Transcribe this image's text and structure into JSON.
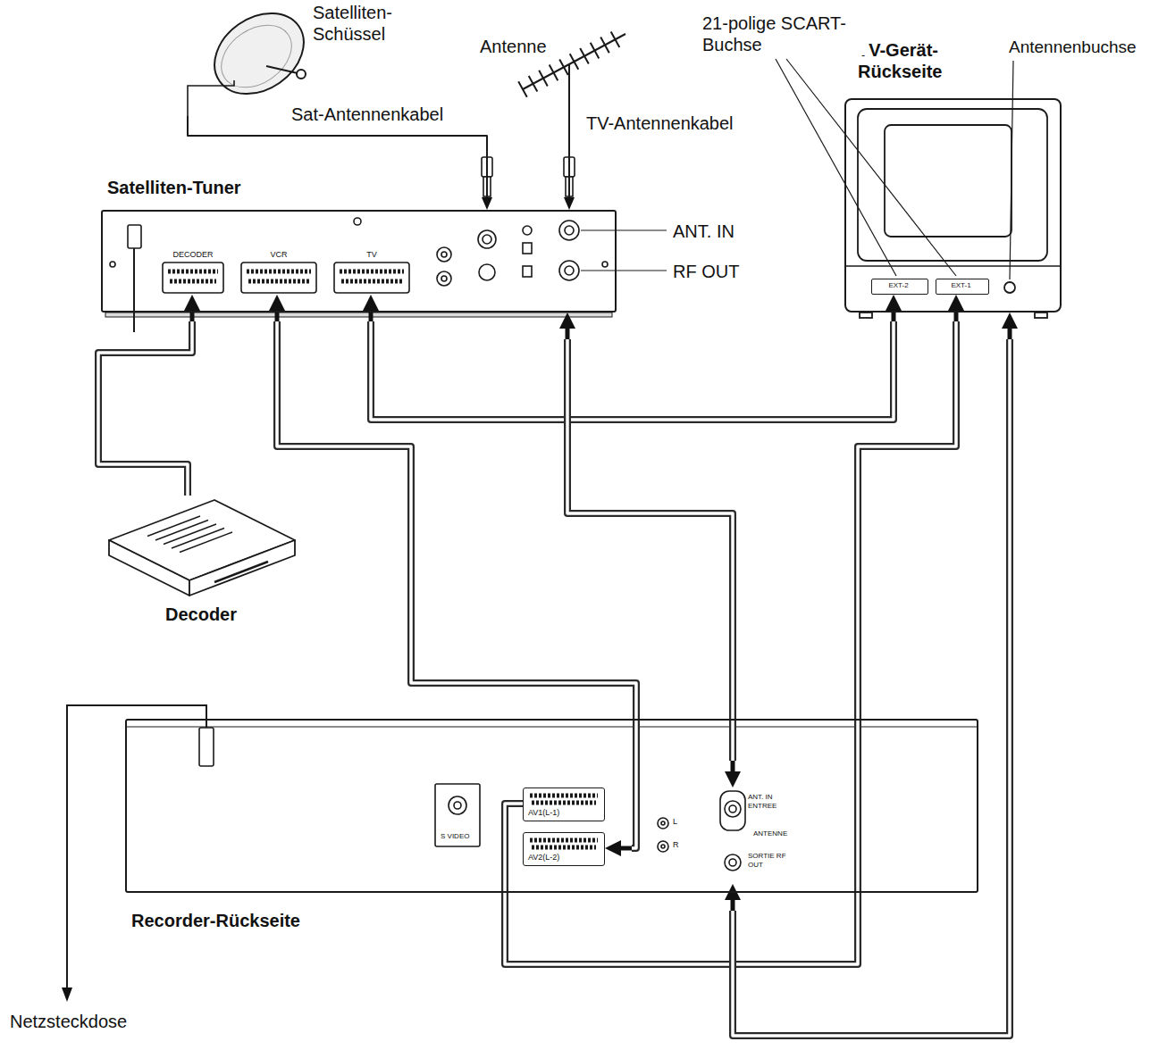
{
  "diagram": {
    "nodes": [
      {
        "text": [
          "Satelliten- Schüssel"
        ]
      },
      {
        "text": [
          "Antenne"
        ]
      },
      {
        "text": [
          "Satelliten-Tuner"
        ]
      },
      {
        "text": [
          "DECODER"
        ],
        "in": 2
      },
      {
        "text": [
          "VCR"
        ],
        "in": 2
      },
      {
        "text": [
          "TV"
        ],
        "in": 2
      },
      {
        "text": [
          "TV-Gerät- Rückseite"
        ]
      },
      {
        "text": [
          "EXT-2"
        ],
        "in": 6
      },
      {
        "text": [
          "EXT-1"
        ],
        "in": 6
      },
      {
        "text": [
          "Decoder"
        ]
      },
      {
        "text": [
          "Recorder-Rückseite"
        ]
      },
      {
        "text": [
          "AV1(L-1)"
        ],
        "in": 10
      },
      {
        "text": [
          "AV2(L-2)"
        ],
        "in": 10
      },
      {
        "text": [
          "ANT. IN ENTREE"
        ],
        "in": 10
      },
      {
        "text": [
          "SORTIE RF OUT"
        ],
        "in": 10
      }
    ],
    "edges": [
      {
        "from": 0,
        "to": 2,
        "arrow": "to"
      },
      {
        "from": 1,
        "to": 2,
        "arrow": "to"
      },
      {
        "from": 9,
        "to": 3,
        "arrow": "to"
      },
      {
        "from": 4,
        "to": 12,
        "arrow": "both"
      },
      {
        "from": 5,
        "to": 7,
        "arrow": "both"
      },
      {
        "from": 2,
        "to": 13,
        "arrow": "both"
      },
      {
        "from": 11,
        "to": 8,
        "arrow": "to"
      },
      {
        "from": 14,
        "to": 6,
        "arrow": "both"
      }
    ],
    "labels": [
      "Sat-Antennenkabel",
      "TV-Antennenkabel",
      "21-polige SCART- Buchse",
      "Antennenbuchse",
      "ANT. IN",
      "RF OUT",
      "S VIDEO",
      "L",
      "R",
      "ANTENNE",
      "Netzsteckdose"
    ]
  }
}
